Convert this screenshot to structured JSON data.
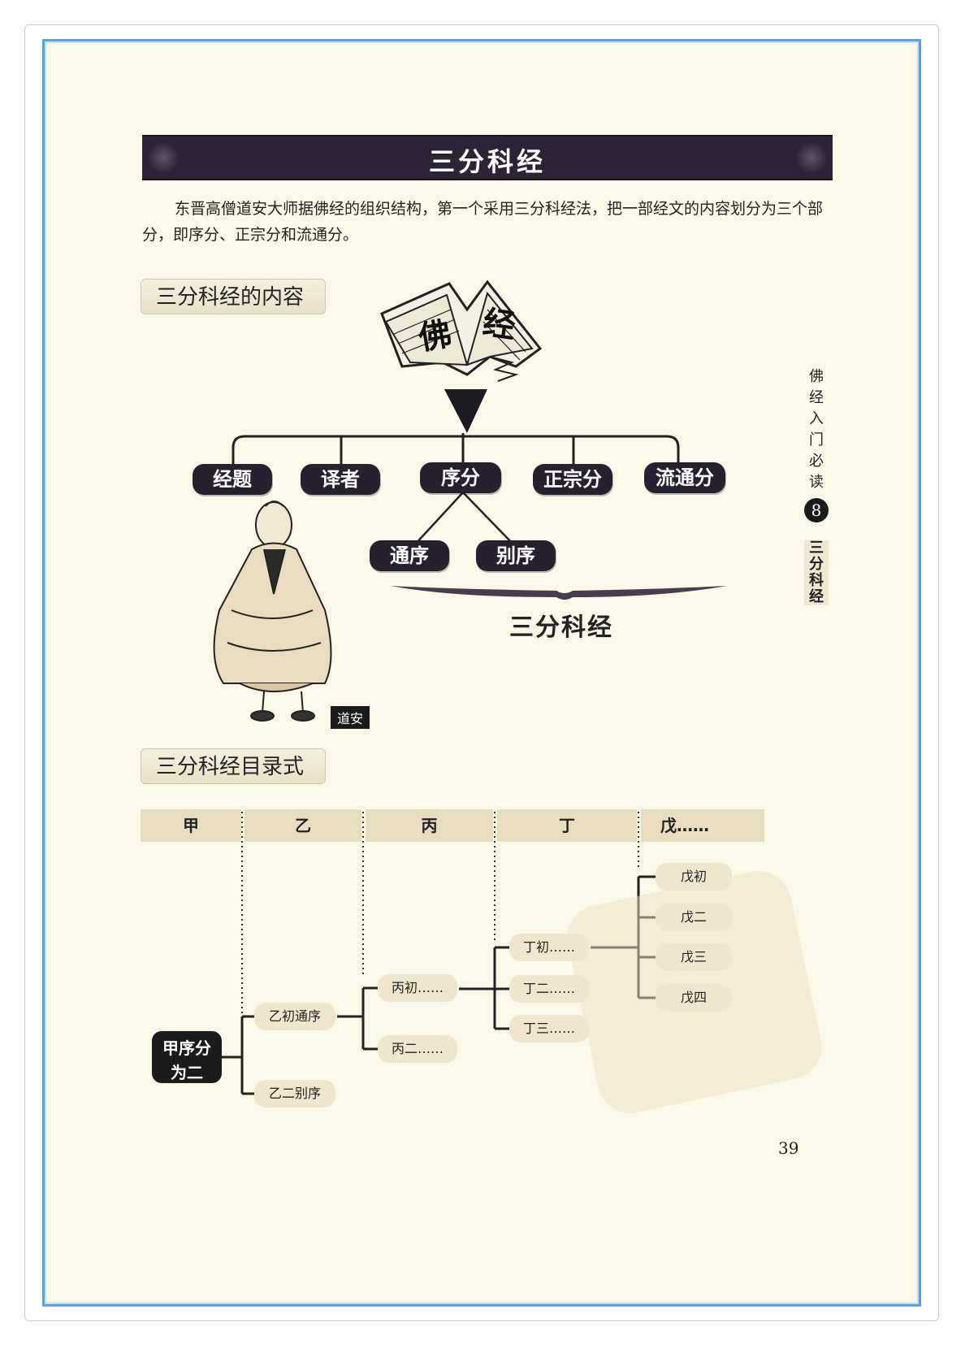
{
  "title": "三分科经",
  "intro": "东晋高僧道安大师据佛经的组织结构，第一个采用三分科经法，把一部经文的内容划分为三个部分，即序分、正宗分和流通分。",
  "section1": {
    "label": "三分科经的内容"
  },
  "book": {
    "char1": "佛",
    "char2": "经"
  },
  "tree1": {
    "items": [
      "经题",
      "译者",
      "序分",
      "正宗分",
      "流通分"
    ],
    "sub_items": [
      "通序",
      "别序"
    ],
    "brace_label": "三分科经"
  },
  "figure": {
    "caption": "道安"
  },
  "section2": {
    "label": "三分科经目录式"
  },
  "columns": [
    "甲",
    "乙",
    "丙",
    "丁",
    "戊……"
  ],
  "tree2": {
    "root": "甲序分为二",
    "yi": [
      "乙初通序",
      "乙二别序"
    ],
    "bing": [
      "丙初……",
      "丙二……"
    ],
    "ding": [
      "丁初……",
      "丁二……",
      "丁三……"
    ],
    "wu": [
      "戊初",
      "戊二",
      "戊三",
      "戊四"
    ]
  },
  "sidebar": {
    "book_title": "佛经入门必读",
    "chapter_num": "8",
    "chapter_title": "三分科经"
  },
  "page_number": "39",
  "colors": {
    "frame": "#5aa2e0",
    "page_bg": "#fbf8e8",
    "dark": "#262030",
    "tan": "#e8dcc1"
  }
}
